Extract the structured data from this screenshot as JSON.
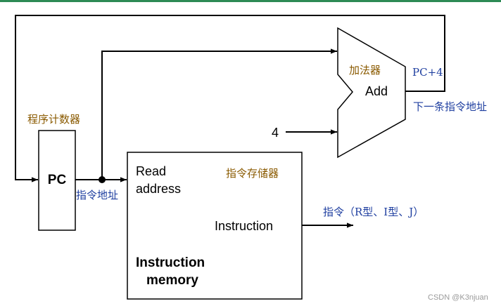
{
  "colors": {
    "top_bar": "#2d8a55",
    "line": "#000000",
    "label_brown": "#8a5a00",
    "label_blue": "#1f3fa0",
    "watermark": "#9a9a9a"
  },
  "labels": {
    "program_counter_cn": "程序计数器",
    "pc": "PC",
    "instruction_address_cn": "指令地址",
    "adder_cn": "加法器",
    "add": "Add",
    "pc_plus_4": "PC+4",
    "next_instruction_address_cn": "下一条指令地址",
    "constant_four": "4",
    "read_address_line1": "Read",
    "read_address_line2": "address",
    "instruction_memory_cn": "指令存储器",
    "instruction_port": "Instruction",
    "instruction_memory_line1": "Instruction",
    "instruction_memory_line2": "memory",
    "instruction_types_cn": "指令（R型、I型、J）",
    "watermark": "CSDN @K3njuan"
  }
}
